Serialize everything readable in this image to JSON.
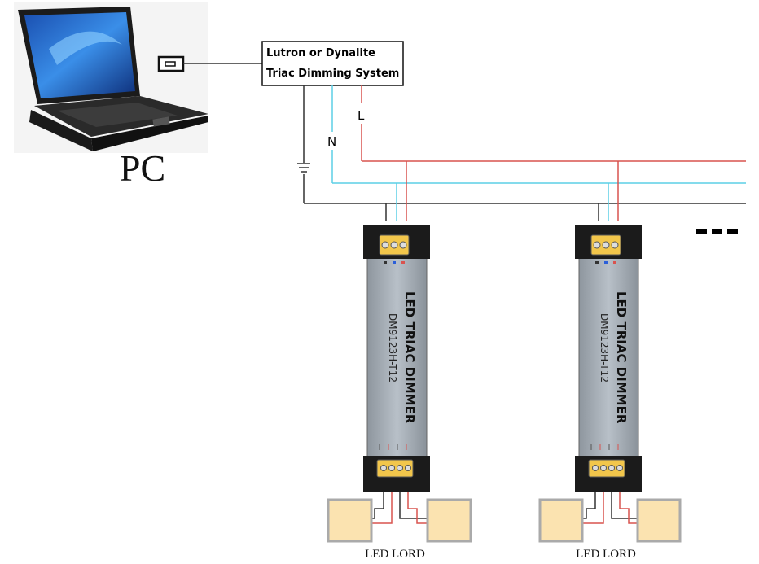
{
  "pc": {
    "label": "PC"
  },
  "control_system": {
    "line1": "Lutron or Dynalite",
    "line2": "Triac Dimming System"
  },
  "wires": {
    "neutral_label": "N",
    "live_label": "L"
  },
  "dimmers": [
    {
      "title": "LED TRIAC DIMMER",
      "model": "DM9123H-T12"
    },
    {
      "title": "LED TRIAC DIMMER",
      "model": "DM9123H-T12"
    }
  ],
  "loads": [
    {
      "label": "LED LORD"
    },
    {
      "label": "LED LORD"
    }
  ],
  "colors": {
    "live": "#d9534f",
    "neutral": "#5ccfe6",
    "ground": "#333333",
    "dimmer_body": "#a9b0b8",
    "terminal": "#f2c64b",
    "load_panel": "#fbe3b0"
  },
  "continuation": "more-units-indicator"
}
